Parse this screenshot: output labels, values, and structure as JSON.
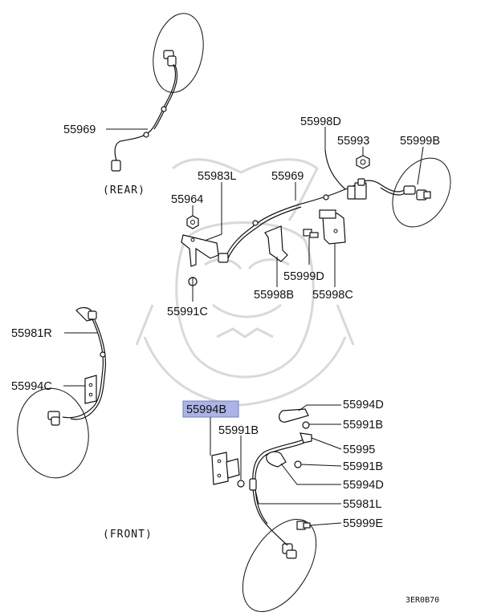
{
  "labels": {
    "p55969_rear": "55969",
    "p55998D": "55998D",
    "p55993": "55993",
    "p55999B": "55999B",
    "p55983L": "55983L",
    "p55969_mid": "55969",
    "p55964": "55964",
    "p55999D": "55999D",
    "p55998B": "55998B",
    "p55998C": "55998C",
    "p55991C": "55991C",
    "p55981R": "55981R",
    "p55994C": "55994C",
    "p55994B": "55994B",
    "p55991B_a": "55991B",
    "p55994D_a": "55994D",
    "p55991B_b": "55991B",
    "p55995": "55995",
    "p55991B_c": "55991B",
    "p55994D_b": "55994D",
    "p55981L": "55981L",
    "p55999E": "55999E"
  },
  "captions": {
    "rear": "(REAR)",
    "front": "(FRONT)",
    "diagram_code": "3ER0B70"
  },
  "highlight_color": "#aab4e6"
}
